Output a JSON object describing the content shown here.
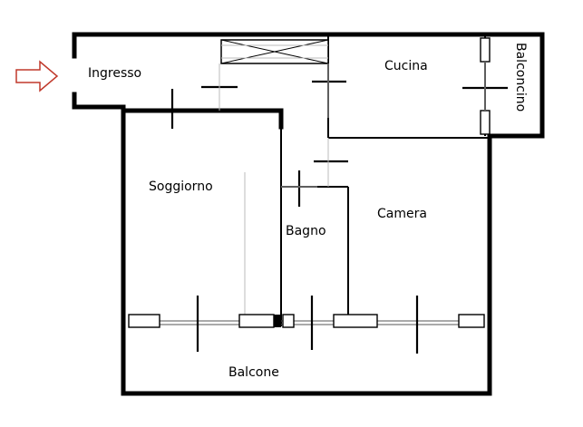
{
  "plan": {
    "rooms": {
      "ingresso": "Ingresso",
      "cucina": "Cucina",
      "balconcino": "Balconcino",
      "soggiorno": "Soggiorno",
      "bagno": "Bagno",
      "camera": "Camera",
      "balcone": "Balcone"
    },
    "entrance_arrow_icon": "arrow-right-outline-icon",
    "colors": {
      "walls": "#000000",
      "entrance_arrow": "#c0392b"
    }
  }
}
